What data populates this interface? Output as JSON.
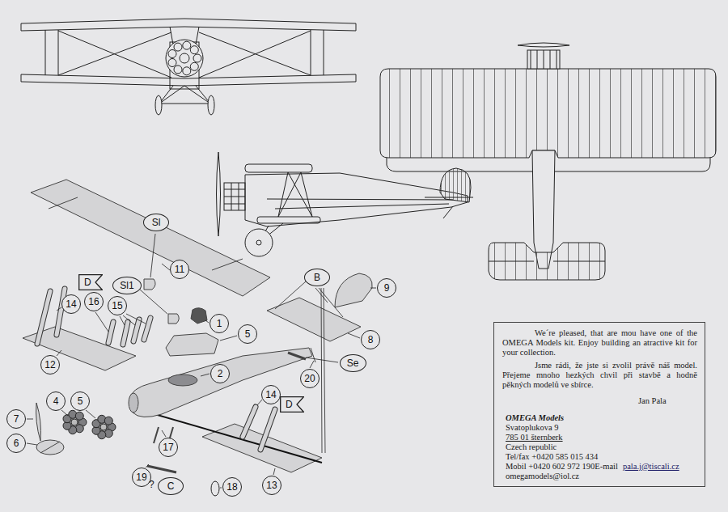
{
  "diagram": {
    "nodes": [
      {
        "text": [
          "Sl"
        ]
      },
      {
        "text": [
          "11"
        ]
      },
      {
        "text": [
          "B"
        ]
      },
      {
        "text": [
          "D"
        ]
      },
      {
        "text": [
          "Sl1"
        ]
      },
      {
        "text": [
          "9"
        ]
      },
      {
        "text": [
          "14"
        ]
      },
      {
        "text": [
          "16"
        ]
      },
      {
        "text": [
          "15"
        ]
      },
      {
        "text": [
          "1"
        ]
      },
      {
        "text": [
          "5"
        ]
      },
      {
        "text": [
          "8"
        ]
      },
      {
        "text": [
          "Se"
        ]
      },
      {
        "text": [
          "12"
        ]
      },
      {
        "text": [
          "2"
        ]
      },
      {
        "text": [
          "20"
        ]
      },
      {
        "text": [
          "4"
        ]
      },
      {
        "text": [
          "5"
        ]
      },
      {
        "text": [
          "14"
        ]
      },
      {
        "text": [
          "D"
        ]
      },
      {
        "text": [
          "7"
        ]
      },
      {
        "text": [
          "6"
        ]
      },
      {
        "text": [
          "17"
        ]
      },
      {
        "text": [
          "19"
        ]
      },
      {
        "text": [
          "C"
        ]
      },
      {
        "text": [
          "18"
        ]
      },
      {
        "text": [
          "13"
        ]
      },
      {
        "text": [
          "We´re pleased, that are mou have one of the OMEGA Models kit. Enjoy building an atractive kit for your collection.",
          "Jsme rádi, že jste si zvolil právě náš model. Přejeme mnoho hezkých chvil při stavbě a hodně pěkných modelů ve sbírce.",
          "Jan Pala",
          "OMEGA Models",
          "Svatoplukova 9",
          "785 01 šternberk",
          "Czech republic",
          "Tel/fax +0420 585 015 434",
          "Mobil +0420 602 972 190E-mail",
          "pala.j@tiscali.cz",
          "omegamodels@iol.cz"
        ]
      }
    ],
    "labels": [
      "?"
    ]
  }
}
